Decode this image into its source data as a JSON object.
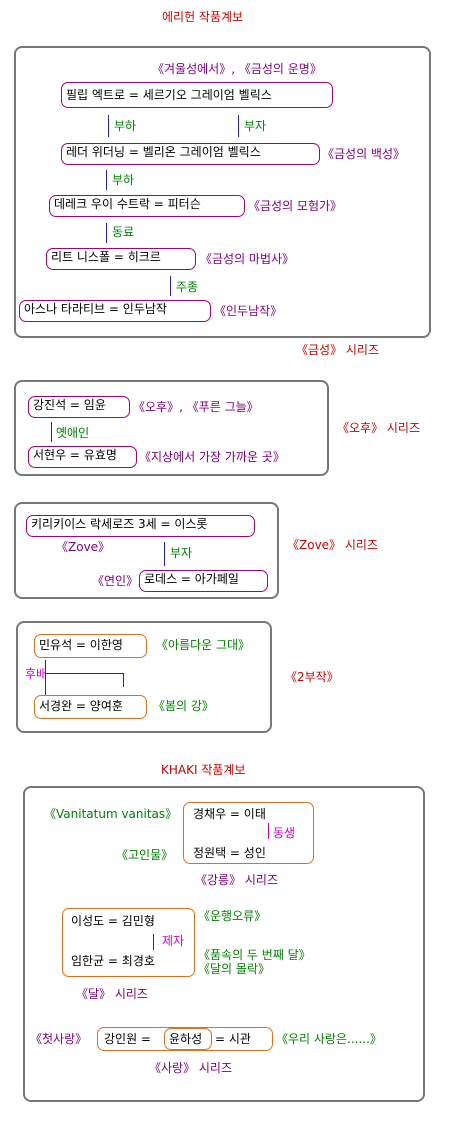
{
  "eri": {
    "title": "에리헌 작품계보",
    "geumseong": {
      "top_works": "《겨울성에서》, 《금성의 운명》",
      "box1": "필립 엑트로 = 세르기오 그레이엄 벨릭스",
      "rel1a": "부하",
      "rel1b": "부자",
      "box2": "레더 위더닝 = 벨리온 그레이엄 벨릭스",
      "work2": "《금성의 백성》",
      "rel2": "부하",
      "box3": "데레크 우이 수트락 = 피터슨",
      "work3": "《금성의 모험가》",
      "rel3": "동료",
      "box4": "리트 니스폴 = 히크르",
      "work4": "《금성의 마법사》",
      "rel4": "주종",
      "box5": "아스나 타라티브 = 인두남작",
      "work5": "《인두남작》",
      "series": "《금성》 시리즈"
    },
    "ohu": {
      "box1": "강진석 = 임윤",
      "work1": "《오후》, 《푸른 그늘》",
      "rel": "옛애인",
      "box2": "서현우 = 유효명",
      "work2": "《지상에서 가장 가까운 곳》",
      "series": "《오후》 시리즈"
    },
    "zove": {
      "box1": "키리키이스 락세로즈 3세 = 이스롯",
      "work1": "《Zove》",
      "rel": "부자",
      "work2": "《연인》",
      "box2": "로데스 = 아가페일",
      "series": "《Zove》 시리즈"
    },
    "two": {
      "box1": "민유석 = 이한영",
      "work1": "《아름다운 그대》",
      "rel": "후배",
      "box2": "서경완 = 양여훈",
      "work2": "《봄의 강》",
      "series": "《2부작》"
    }
  },
  "khaki": {
    "title": "KHAKI 작품계보",
    "gangreung": {
      "work1": "《Vanitatum vanitas》",
      "line1": "경채우 = 이태",
      "rel": "동생",
      "work2": "《고인물》",
      "line2": "정원택 = 성인",
      "series": "《강릉》 시리즈"
    },
    "dal": {
      "line1": "이성도 = 김민형",
      "work1": "《운행오류》",
      "rel": "제자",
      "line2": "임한균 = 최경호",
      "work2": "《품속의 두 번째 달》",
      "work3": "《달의 몰락》",
      "series": "《달》 시리즈"
    },
    "sarang": {
      "work1": "《첫사랑》",
      "name1": "강인원 = ",
      "name2": "윤하성",
      "name3": "= 시관",
      "work2": "《우리 사랑은......》",
      "series": "《사랑》 시리즈"
    }
  }
}
